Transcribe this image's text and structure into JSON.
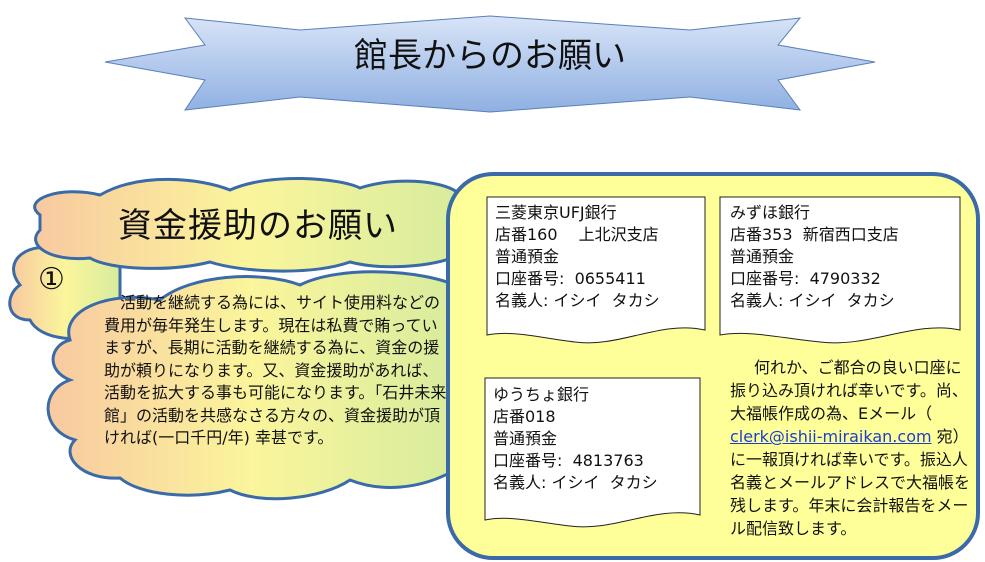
{
  "header": {
    "title": "館長からのお願い"
  },
  "section": {
    "title": "資金援助のお願い",
    "number": "①",
    "body": "活動を継続する為には、サイト使用料などの費用が毎年発生します。現在は私費で賄っていますが、長期に活動を継続する為に、資金の援助が頼りになります。又、資金援助があれば、活動を拡大する事も可能になります。「石井未来館」の活動を共感なさる方々の、資金援助が頂ければ(一口千円/年) 幸甚です。"
  },
  "accounts": [
    {
      "bank": "三菱東京UFJ銀行",
      "branch": "店番160　 上北沢支店",
      "type": "普通預金",
      "number": "口座番号:  0655411",
      "holder": "名義人: イシイ  タカシ"
    },
    {
      "bank": "みずほ銀行",
      "branch": "店番353  新宿西口支店",
      "type": "普通預金",
      "number": "口座番号:  4790332",
      "holder": "名義人: イシイ  タカシ"
    },
    {
      "bank": "ゆうちょ銀行",
      "branch": "店番018",
      "type": "普通預金",
      "number": "口座番号:  4813763",
      "holder": "名義人: イシイ  タカシ"
    }
  ],
  "note": {
    "before": "何れか、ご都合の良い口座に振り込み頂ければ幸いです。尚、大福帳作成の為、Eメール（ ",
    "email": "clerk@ishii-miraikan.com",
    "after": " 宛）に一報頂ければ幸いです。振込人名義とメールアドレスで大福帳を残します。年末に会計報告をメール配信致します。"
  },
  "colors": {
    "banner": "#a9c1ea",
    "border": "#3a6aa8",
    "box": "#ffff99",
    "link": "#1a3fcc"
  }
}
